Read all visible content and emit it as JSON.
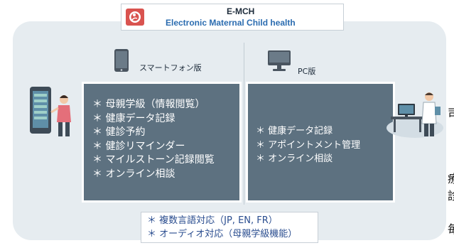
{
  "header": {
    "app_name": "E-MCH",
    "app_subtitle": "Electronic Maternal Child health"
  },
  "columns": {
    "smartphone": {
      "title": "スマートフォン版",
      "icon": "smartphone-icon",
      "items": [
        "＊ 母親学級（情報閲覧）",
        "＊ 健康データ記録",
        "＊ 健診予約",
        "＊ 健診リマインダー",
        "＊ マイルストーン記録閲覧",
        "＊ オンライン相談"
      ]
    },
    "pc": {
      "title": "PC版",
      "icon": "desktop-monitor-icon",
      "items": [
        "＊ 健康データ記録",
        "＊ アポイントメント管理",
        "＊ オンライン相談"
      ]
    }
  },
  "common_features": [
    "＊ 複数言語対応（JP, EN, FR）",
    "＊ オーディオ対応（母親学級機能）"
  ],
  "edge_text": [
    "司",
    "療",
    "診",
    "毎"
  ],
  "colors": {
    "panel": "#5d7180",
    "background": "#e6ecf0",
    "logo": "#d9534f",
    "subtitle": "#2b6cb0",
    "feature_text": "#2a4d8f"
  }
}
